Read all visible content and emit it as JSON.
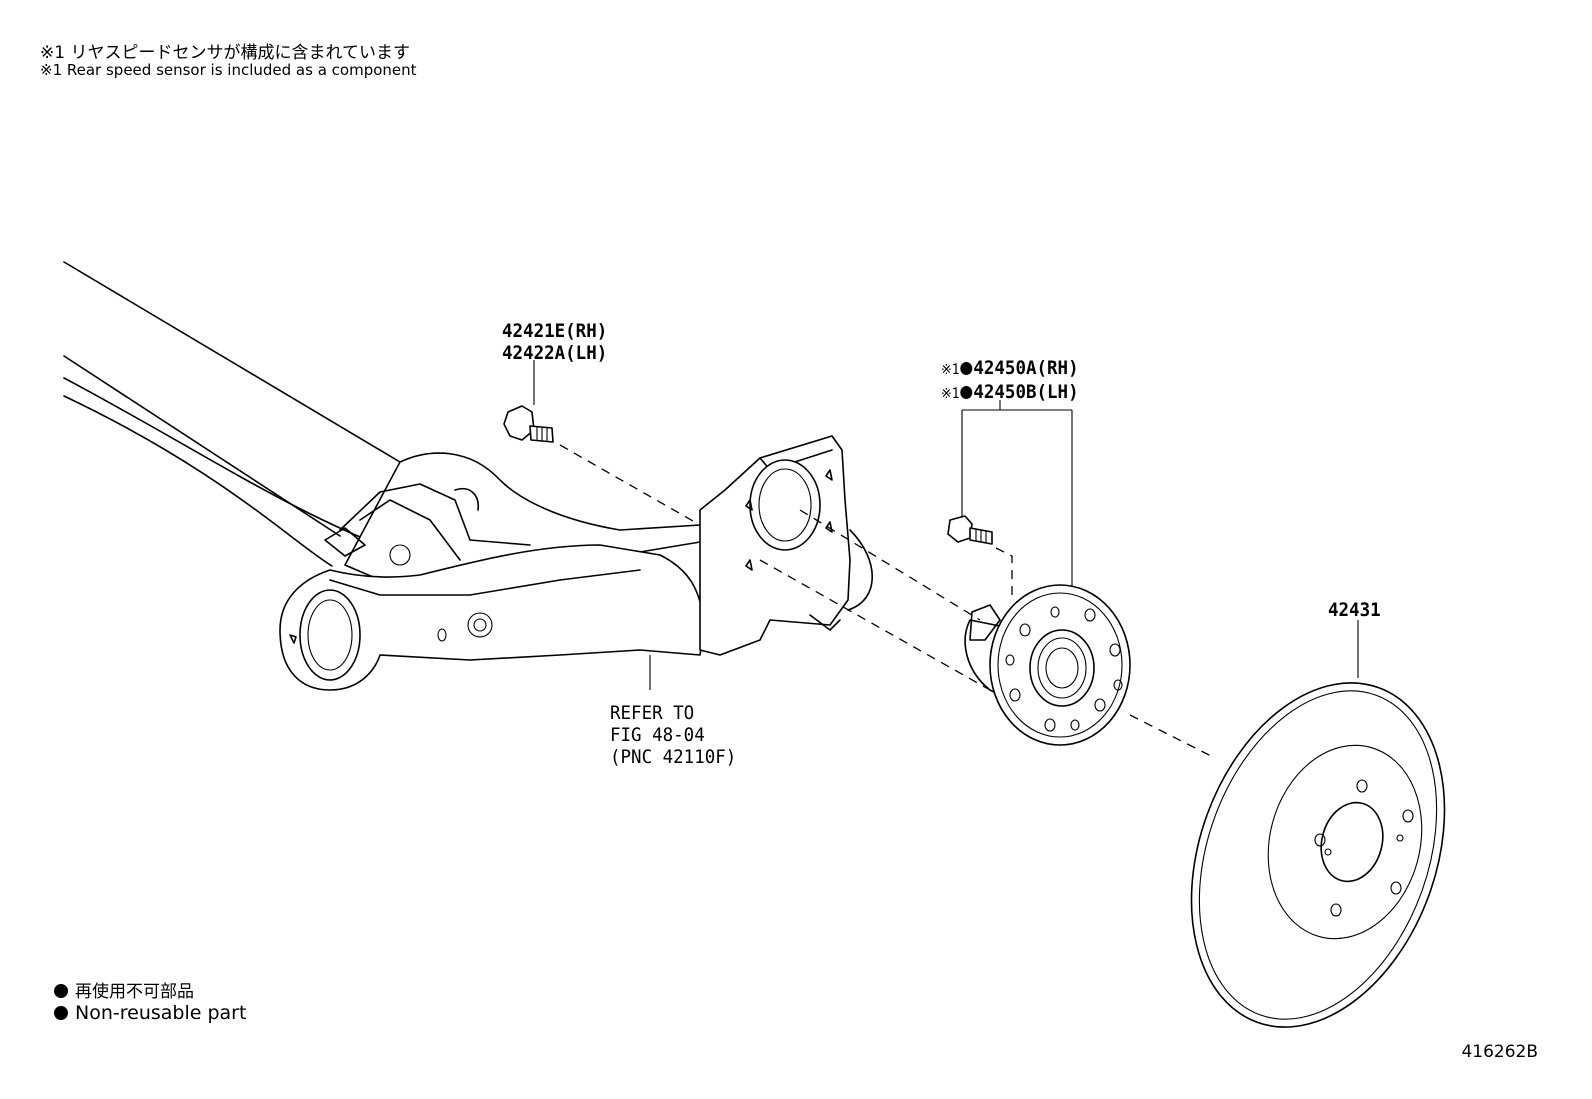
{
  "notes": {
    "jp": "※1 リヤスピードセンサが構成に含まれています",
    "en": "※1 Rear speed sensor is included as a component"
  },
  "parts": {
    "bolt": {
      "line1": "42421E(RH)",
      "line2": "42422A(LH)"
    },
    "hub": {
      "ref_mark": "※1",
      "line1": "42450A(RH)",
      "line2": "42450B(LH)"
    },
    "disc": {
      "label": "42431"
    },
    "axle": {
      "line1": "REFER TO",
      "line2": "FIG 48-04",
      "line3": "(PNC 42110F)"
    }
  },
  "legend": {
    "jp": "再使用不可部品",
    "en": "Non-reusable part"
  },
  "figure_id": "416262B"
}
